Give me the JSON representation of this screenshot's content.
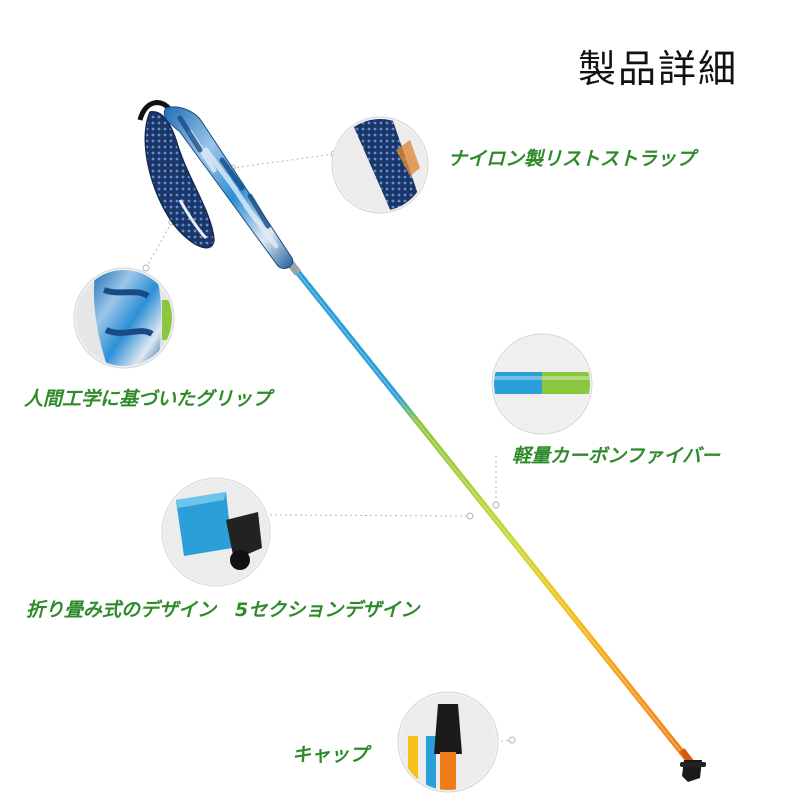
{
  "title": "製品詳細",
  "callouts": {
    "strap": "ナイロン製リストストラップ",
    "grip": "人間工学に基づいたグリップ",
    "carbon": "軽量カーボンファイバー",
    "folding": "折り畳み式のデザイン　5セクションデザイン",
    "cap": "キャップ"
  },
  "colors": {
    "label_green": "#2f8a2a",
    "pole_blue": "#2a9fd8",
    "pole_green": "#8cc63f",
    "pole_yellow": "#f2c21b",
    "pole_orange": "#f07d1a"
  }
}
